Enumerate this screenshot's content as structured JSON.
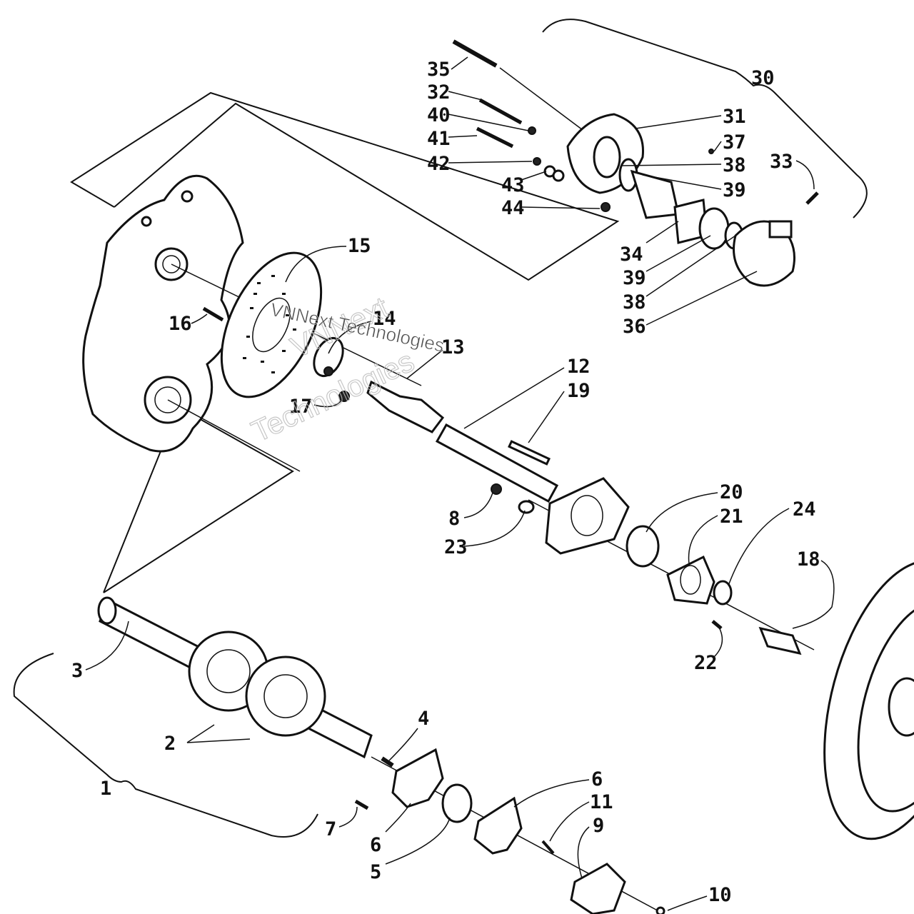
{
  "callouts": {
    "c1": "1",
    "c2": "2",
    "c3": "3",
    "c4": "4",
    "c5": "5",
    "c6a": "6",
    "c6b": "6",
    "c7": "7",
    "c8": "8",
    "c9": "9",
    "c10": "10",
    "c11": "11",
    "c12": "12",
    "c13": "13",
    "c14": "14",
    "c15": "15",
    "c16": "16",
    "c17": "17",
    "c18": "18",
    "c19": "19",
    "c20": "20",
    "c21": "21",
    "c22": "22",
    "c23": "23",
    "c24": "24",
    "c30": "30",
    "c31": "31",
    "c32": "32",
    "c33": "33",
    "c34": "34",
    "c35": "35",
    "c36": "36",
    "c37": "37",
    "c38a": "38",
    "c38b": "38",
    "c39a": "39",
    "c39b": "39",
    "c40": "40",
    "c41": "41",
    "c42": "42",
    "c43": "43",
    "c44": "44"
  },
  "watermark": {
    "line1": "VNNext",
    "line2": "Technologies",
    "line3": "VNNext Technologies"
  }
}
